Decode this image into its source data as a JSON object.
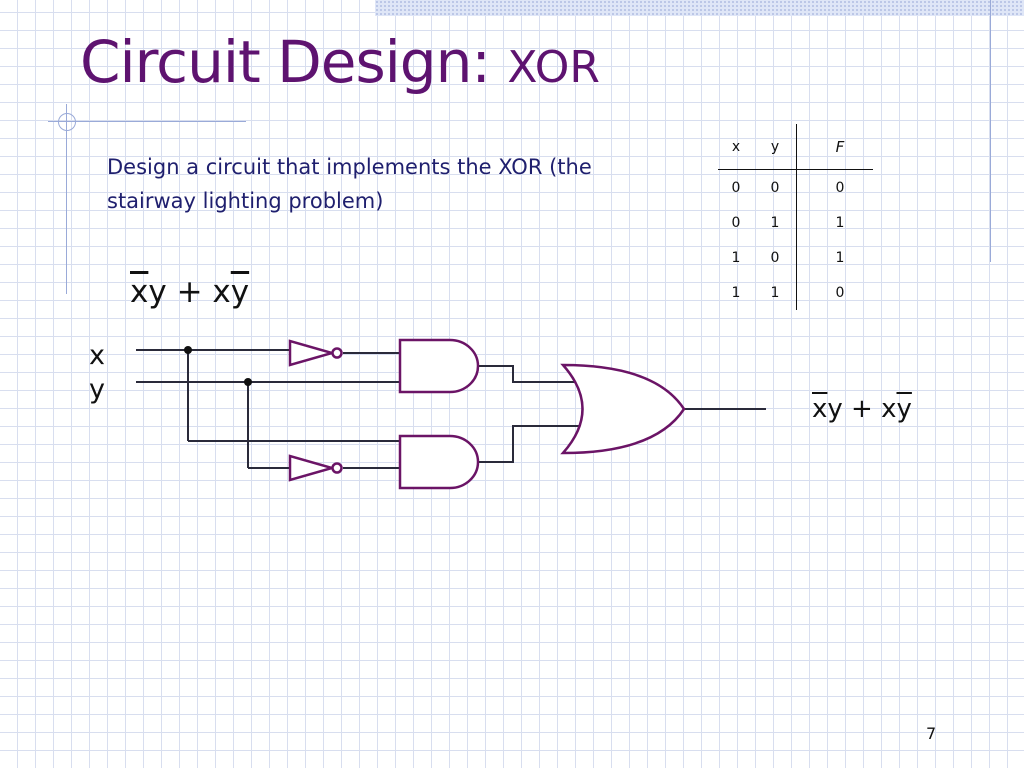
{
  "slide": {
    "title": "Circuit Design: ",
    "title_sub": "XOR",
    "description": "Design a circuit that implements the XOR (the stairway lighting problem)",
    "page_number": "7"
  },
  "expression": {
    "term1_bar": "x",
    "term1_rest": "y",
    "plus": " + ",
    "term2_rest": "x",
    "term2_bar": "y"
  },
  "circuit": {
    "input_x": "x",
    "input_y": "y"
  },
  "truth_table": {
    "headers": [
      "x",
      "y",
      "F"
    ],
    "rows": [
      [
        "0",
        "0",
        "0"
      ],
      [
        "0",
        "1",
        "1"
      ],
      [
        "1",
        "0",
        "1"
      ],
      [
        "1",
        "1",
        "0"
      ]
    ]
  },
  "colors": {
    "title": "#5e1370",
    "gate_stroke": "#6b1466",
    "grid": "#d8deef",
    "accent_line": "#9aaad8"
  }
}
